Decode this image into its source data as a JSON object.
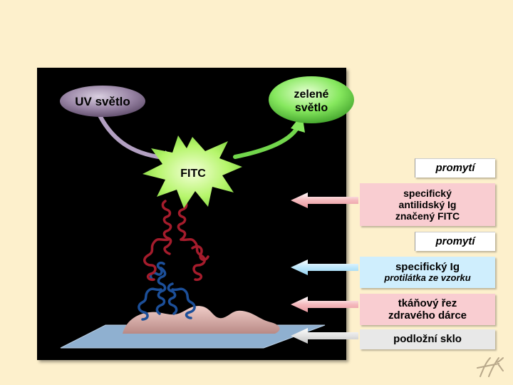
{
  "diagram": {
    "source_node": "UV světlo",
    "emission_node": [
      "zelené",
      "světlo"
    ],
    "fluorochrome": "FITC"
  },
  "labels": {
    "wash_1": "promytí",
    "secondary_antibody": [
      "specifický",
      "antilidský Ig",
      "značený  FITC"
    ],
    "wash_2": "promytí",
    "primary_antibody": {
      "title": "specifický  Ig",
      "subtitle": "protilátka  ze  vzorku"
    },
    "tissue": [
      "tkáňový    řez",
      "zdravého  dárce"
    ],
    "slide": "podložní  sklo"
  },
  "colors": {
    "background": "#fdf0cc",
    "panel": "#000000",
    "uv_node": "#8e7a99",
    "green_node": "#7ee35a",
    "fitc_star": "#b5f56a",
    "secondary_ab": "#a51c2c",
    "primary_ab": "#1c4f99",
    "tissue": "#d8aaa6",
    "slide": "#8fb0d0",
    "pink_box": "#f9cdd1",
    "blue_box": "#cfeefd",
    "gray_box": "#e8e8e8"
  },
  "icons": {
    "signature": "monogram-H-icon"
  }
}
